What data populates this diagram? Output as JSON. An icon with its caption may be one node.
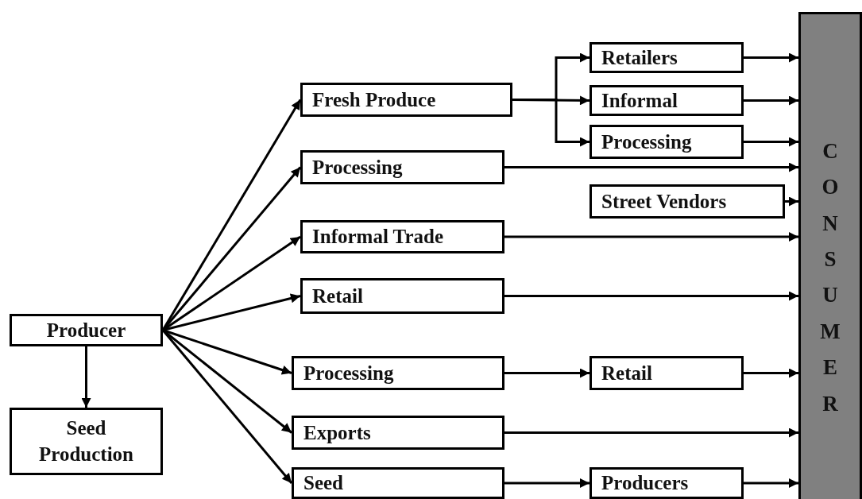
{
  "diagram": {
    "nodes": [
      {
        "text": [
          "Producer"
        ]
      },
      {
        "text": [
          "Seed Production"
        ]
      },
      {
        "text": [
          "Fresh Produce"
        ]
      },
      {
        "text": [
          "Retailers"
        ]
      },
      {
        "text": [
          "Informal"
        ]
      },
      {
        "text": [
          "Processing"
        ]
      },
      {
        "text": [
          "Processing"
        ]
      },
      {
        "text": [
          "Street Vendors"
        ]
      },
      {
        "text": [
          "Informal Trade"
        ]
      },
      {
        "text": [
          "Retail"
        ]
      },
      {
        "text": [
          "Processing"
        ]
      },
      {
        "text": [
          "Retail"
        ]
      },
      {
        "text": [
          "Exports"
        ]
      },
      {
        "text": [
          "Seed"
        ]
      },
      {
        "text": [
          "Producers"
        ]
      },
      {
        "text": [
          "CONSUMER"
        ]
      }
    ],
    "edges": [
      {
        "from": 0,
        "to": 1,
        "arrow": "to"
      },
      {
        "from": 0,
        "to": 2,
        "arrow": "to"
      },
      {
        "from": 0,
        "to": 6,
        "arrow": "to"
      },
      {
        "from": 0,
        "to": 8,
        "arrow": "to"
      },
      {
        "from": 0,
        "to": 9,
        "arrow": "to"
      },
      {
        "from": 0,
        "to": 10,
        "arrow": "to"
      },
      {
        "from": 0,
        "to": 12,
        "arrow": "to"
      },
      {
        "from": 0,
        "to": 13,
        "arrow": "to"
      },
      {
        "from": 2,
        "to": 3,
        "arrow": "to"
      },
      {
        "from": 2,
        "to": 4,
        "arrow": "to"
      },
      {
        "from": 2,
        "to": 5,
        "arrow": "to"
      },
      {
        "from": 3,
        "to": 15,
        "arrow": "to"
      },
      {
        "from": 4,
        "to": 15,
        "arrow": "to"
      },
      {
        "from": 5,
        "to": 15,
        "arrow": "to"
      },
      {
        "from": 6,
        "to": 15,
        "arrow": "to"
      },
      {
        "from": 7,
        "to": 15,
        "arrow": "to"
      },
      {
        "from": 8,
        "to": 15,
        "arrow": "to"
      },
      {
        "from": 9,
        "to": 15,
        "arrow": "to"
      },
      {
        "from": 10,
        "to": 11,
        "arrow": "to"
      },
      {
        "from": 11,
        "to": 15,
        "arrow": "to"
      },
      {
        "from": 12,
        "to": 15,
        "arrow": "to"
      },
      {
        "from": 13,
        "to": 14,
        "arrow": "to"
      },
      {
        "from": 14,
        "to": 15,
        "arrow": "to"
      }
    ]
  }
}
